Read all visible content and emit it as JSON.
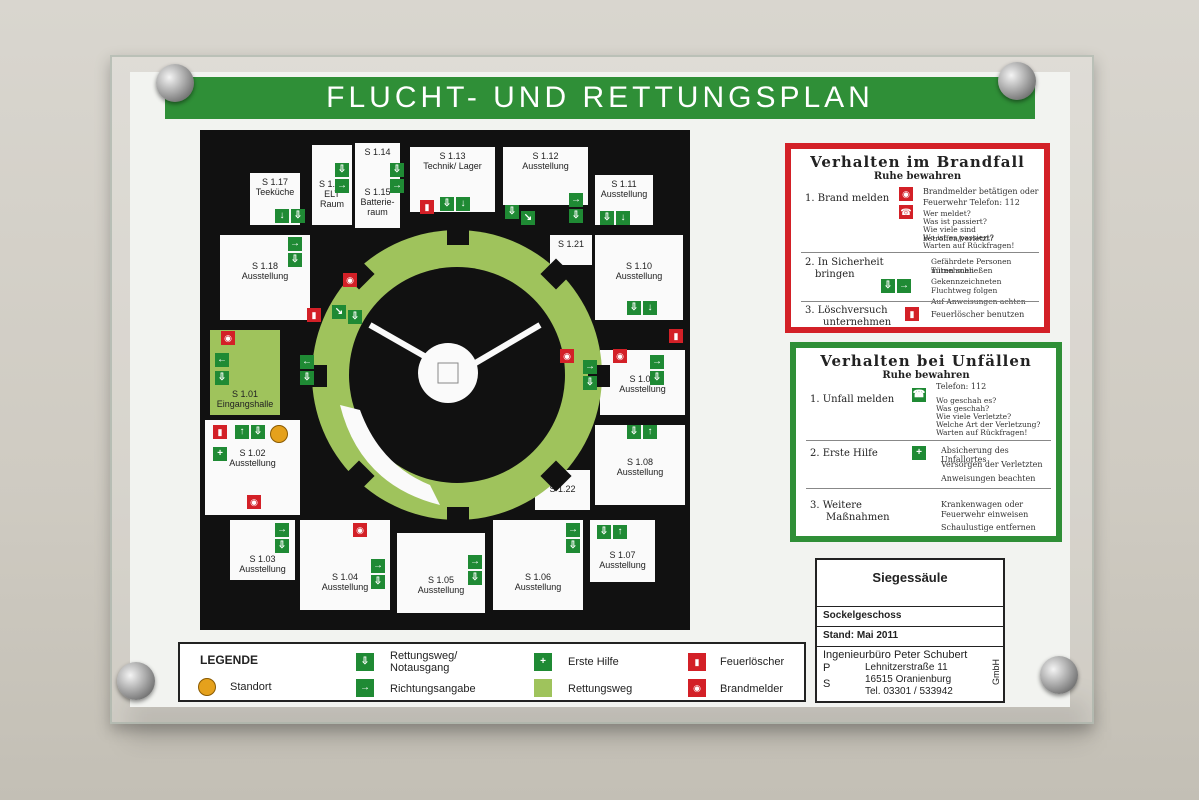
{
  "title": "FLUCHT- UND RETTUNGSPLAN",
  "colors": {
    "green": "#2f8f37",
    "red": "#d32027",
    "route": "#9fc35c",
    "standort": "#e5a11c"
  },
  "rooms": [
    {
      "id": "S 1.17",
      "name": "Teeküche"
    },
    {
      "id": "S 1.16",
      "name": "ELT Raum"
    },
    {
      "id": "S 1.15",
      "name": "Batterie-raum"
    },
    {
      "id": "S 1.14",
      "name": ""
    },
    {
      "id": "S 1.13",
      "name": "Technik/ Lager"
    },
    {
      "id": "S 1.12",
      "name": "Ausstellung"
    },
    {
      "id": "S 1.11",
      "name": "Ausstellung"
    },
    {
      "id": "S 1.21",
      "name": ""
    },
    {
      "id": "S 1.10",
      "name": "Ausstellung"
    },
    {
      "id": "S 1.18",
      "name": "Ausstellung"
    },
    {
      "id": "S 1.01",
      "name": "Eingangshalle"
    },
    {
      "id": "S 1.02",
      "name": "Ausstellung"
    },
    {
      "id": "S 1.09",
      "name": "Ausstellung"
    },
    {
      "id": "S 1.08",
      "name": "Ausstellung"
    },
    {
      "id": "S 1.22",
      "name": ""
    },
    {
      "id": "S 1.03",
      "name": "Ausstellung"
    },
    {
      "id": "S 1.04",
      "name": "Ausstellung"
    },
    {
      "id": "S 1.05",
      "name": "Ausstellung"
    },
    {
      "id": "S 1.06",
      "name": "Ausstellung"
    },
    {
      "id": "S 1.07",
      "name": "Ausstellung"
    }
  ],
  "fire": {
    "title": "Verhalten im Brandfall",
    "subtitle": "Ruhe bewahren",
    "s1": "1. Brand melden",
    "s1a": "Brandmelder betätigen oder",
    "s1b": "Feuerwehr  Telefon: 112",
    "s1c": "Wer meldet?",
    "s1d": "Was ist passiert?",
    "s1e": "Wie viele sind betroffen/verletzt?",
    "s1f": "Wo ist es passiert?",
    "s1g": "Warten auf Rückfragen!",
    "s2a": "2. In Sicherheit",
    "s2b": "bringen",
    "s2c": "Gefährdete Personen mitnehmen",
    "s2d": "Türen schließen",
    "s2e": "Gekennzeichneten",
    "s2f": "Fluchtweg folgen",
    "s2g": "Auf Anweisungen achten",
    "s3a": "3. Löschversuch",
    "s3b": "unternehmen",
    "s3c": "Feuerlöscher benutzen"
  },
  "accident": {
    "title": "Verhalten bei Unfällen",
    "subtitle": "Ruhe bewahren",
    "phone": "Telefon: 112",
    "s1": "1. Unfall melden",
    "s1a": "Wo geschah es?",
    "s1b": "Was geschah?",
    "s1c": "Wie viele Verletzte?",
    "s1d": "Welche Art der Verletzung?",
    "s1e": "Warten auf Rückfragen!",
    "s2": "2. Erste Hilfe",
    "s2a": "Absicherung des Unfallortes",
    "s2b": "Versorgen der Verletzten",
    "s2c": "Anweisungen beachten",
    "s3a": "3. Weitere",
    "s3b": "Maßnahmen",
    "s3c": "Krankenwagen oder",
    "s3d": "Feuerwehr einweisen",
    "s3e": "Schaulustige entfernen"
  },
  "info": {
    "building": "Siegessäule",
    "floor": "Sockelgeschoss",
    "date": "Stand: Mai 2011",
    "company": "Ingenieurbüro Peter Schubert",
    "street": "Lehnitzerstraße 11",
    "city": "16515 Oranienburg",
    "tel": "Tel. 03301 / 533942",
    "p": "P",
    "s": "S",
    "gmbh": "GmbH"
  },
  "legend": {
    "title": "LEGENDE",
    "standort": "Standort",
    "rw1": "Rettungsweg/",
    "rw2": "Notausgang",
    "ra": "Richtungsangabe",
    "eh": "Erste Hilfe",
    "rweg": "Rettungsweg",
    "fl": "Feuerlöscher",
    "bm": "Brandmelder"
  }
}
